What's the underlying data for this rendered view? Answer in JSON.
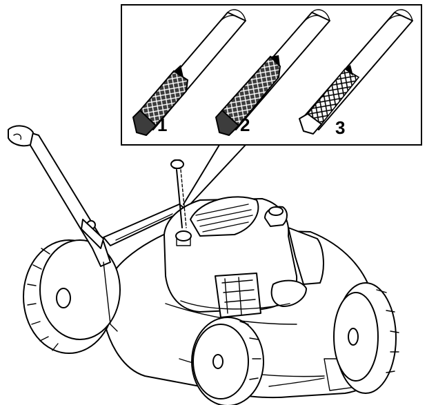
{
  "callouts": {
    "label_1": "1",
    "label_2": "2",
    "label_3": "3"
  },
  "colors": {
    "ink": "#000000",
    "dipstick_oil_fill": "#3c3c3c",
    "background": "#ffffff"
  }
}
